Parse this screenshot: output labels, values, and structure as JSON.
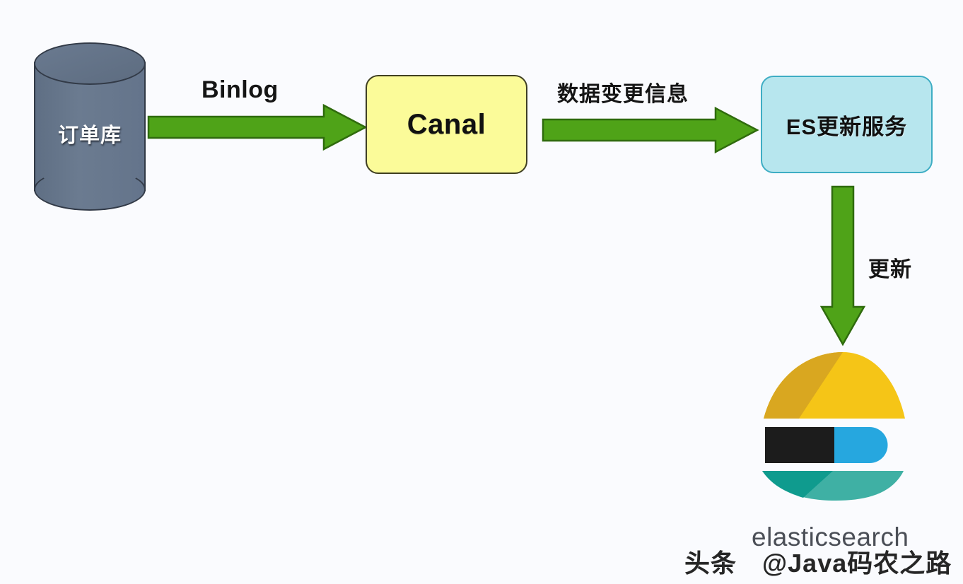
{
  "diagram": {
    "title": "Canal binlog to Elasticsearch sync flow",
    "background_color": "#fafbfe",
    "nodes": {
      "database": {
        "label": "订单库",
        "shape": "cylinder",
        "fill_color": "#64748b",
        "border_color": "#323a47",
        "text_color": "#ffffff"
      },
      "canal": {
        "label": "Canal",
        "shape": "rounded-rect",
        "fill_color": "#fbfb99",
        "border_color": "#3f3f22",
        "text_color": "#111111"
      },
      "es_service": {
        "label": "ES更新服务",
        "shape": "rounded-rect",
        "fill_color": "#b7e6ee",
        "border_color": "#3eadc4",
        "text_color": "#111111"
      },
      "elasticsearch": {
        "label": "elasticsearch",
        "shape": "logo",
        "colors": {
          "dome_light": "#f5c517",
          "dome_dark": "#d9a720",
          "bar_black": "#1c1c1c",
          "bar_blue": "#26a7df",
          "base_light": "#3fb0a4",
          "base_dark": "#0f9b8e"
        }
      }
    },
    "edges": [
      {
        "id": "binlog",
        "label": "Binlog",
        "from": "database",
        "to": "canal",
        "direction": "right",
        "color": "#4fa318"
      },
      {
        "id": "data-change",
        "label": "数据变更信息",
        "from": "canal",
        "to": "es_service",
        "direction": "right",
        "color": "#4fa318"
      },
      {
        "id": "update",
        "label": "更新",
        "from": "es_service",
        "to": "elasticsearch",
        "direction": "down",
        "color": "#4fa318"
      }
    ],
    "arrow_color": "#4fa318",
    "arrow_border_color": "#2f6b0d"
  },
  "watermark": {
    "prefix": "头条",
    "handle": "@Java码农之路"
  }
}
